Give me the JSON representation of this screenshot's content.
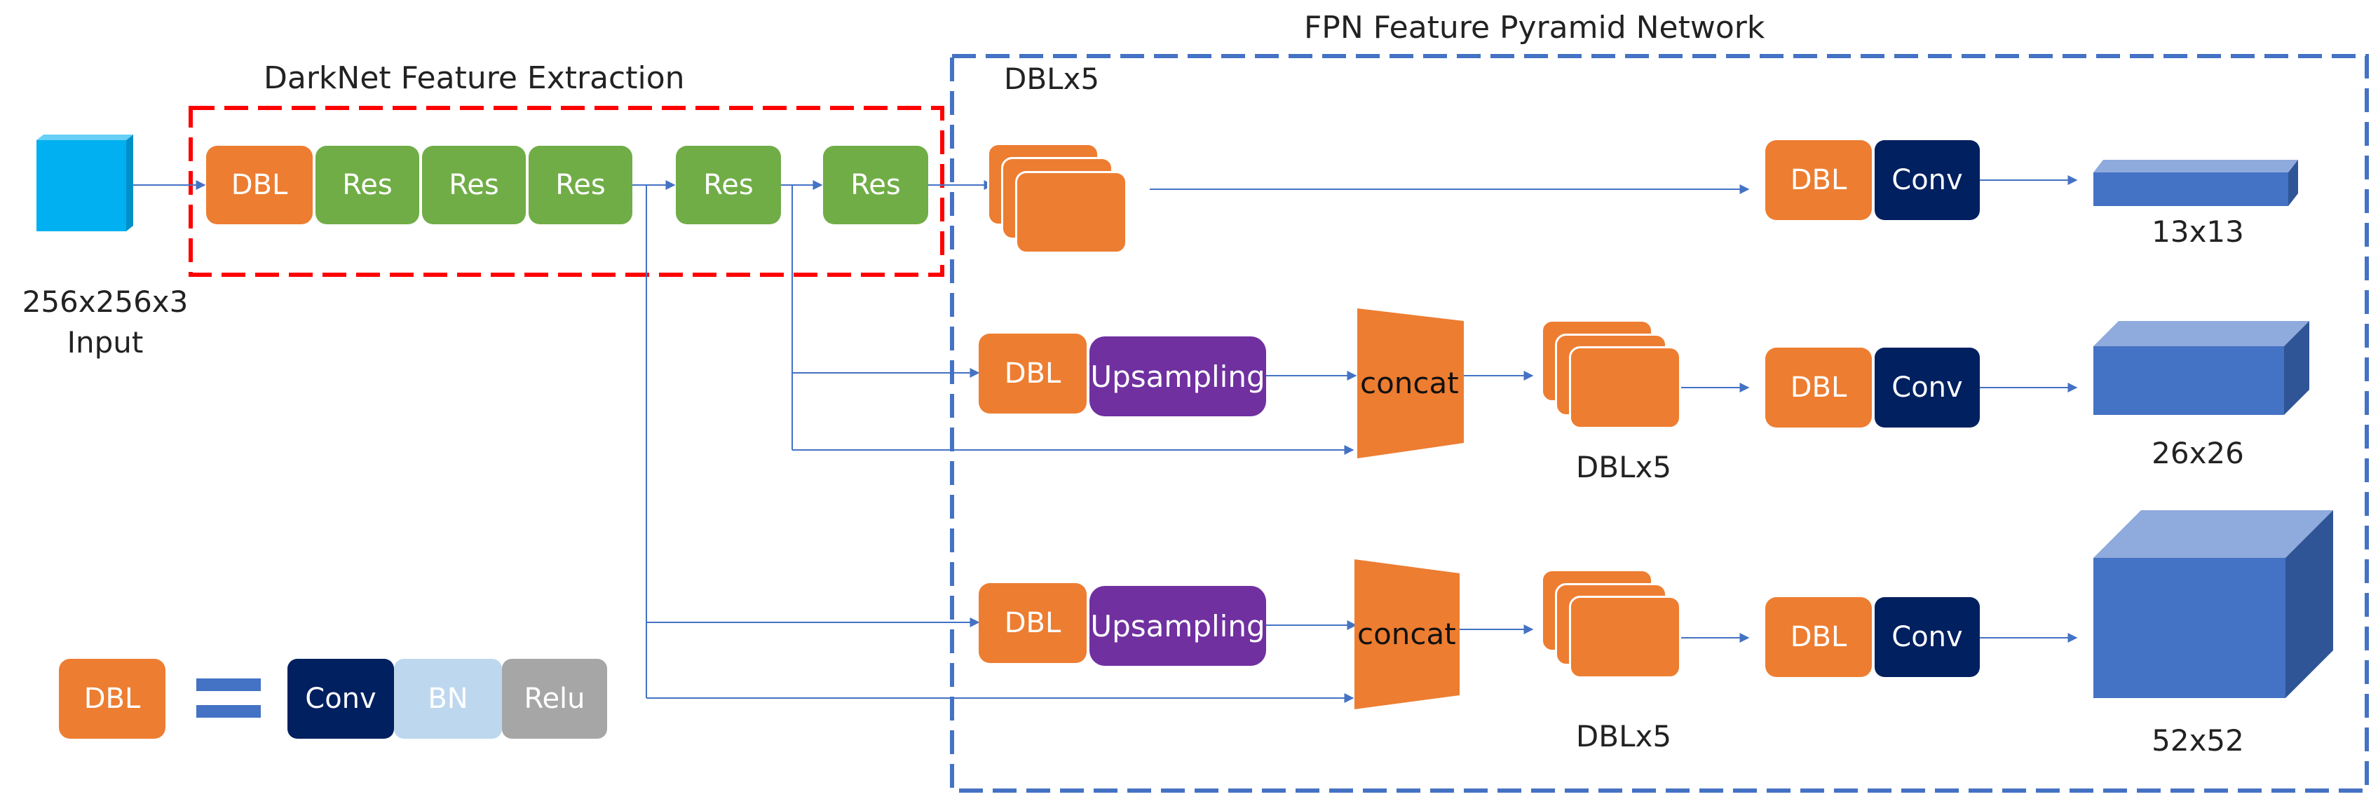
{
  "titles": {
    "fpn": "FPN Feature Pyramid Network",
    "darknet": "DarkNet Feature Extraction",
    "dbl_x5_top": "DBLx5"
  },
  "input": {
    "size": "256x256x3",
    "label": "Input"
  },
  "backbone": {
    "dbl": "DBL",
    "res": [
      "Res",
      "Res",
      "Res",
      "Res",
      "Res"
    ]
  },
  "branch_top": {
    "dbl": "DBL",
    "conv": "Conv",
    "output": "13x13"
  },
  "branch_mid": {
    "dbl": "DBL",
    "upsampling": "Upsampling",
    "concat": "concat",
    "dblx5": "DBLx5",
    "dbl2": "DBL",
    "conv": "Conv",
    "output": "26x26"
  },
  "branch_bot": {
    "dbl": "DBL",
    "upsampling": "Upsampling",
    "concat": "concat",
    "dblx5": "DBLx5",
    "dbl2": "DBL",
    "conv": "Conv",
    "output": "52x52"
  },
  "legend": {
    "dbl": "DBL",
    "conv": "Conv",
    "bn": "BN",
    "relu": "Relu"
  },
  "colors": {
    "dbl": "#ED7D31",
    "res": "#70AD47",
    "conv": "#002060",
    "bn": "#BDD7EE",
    "relu": "#A6A6A6",
    "upsampling": "#7030A0",
    "arrow": "#4472C4",
    "darknet_border": "#FF0000",
    "fpn_border": "#4472C4",
    "input_cube": "#00B0F0",
    "output_cube": "#4472C4"
  }
}
